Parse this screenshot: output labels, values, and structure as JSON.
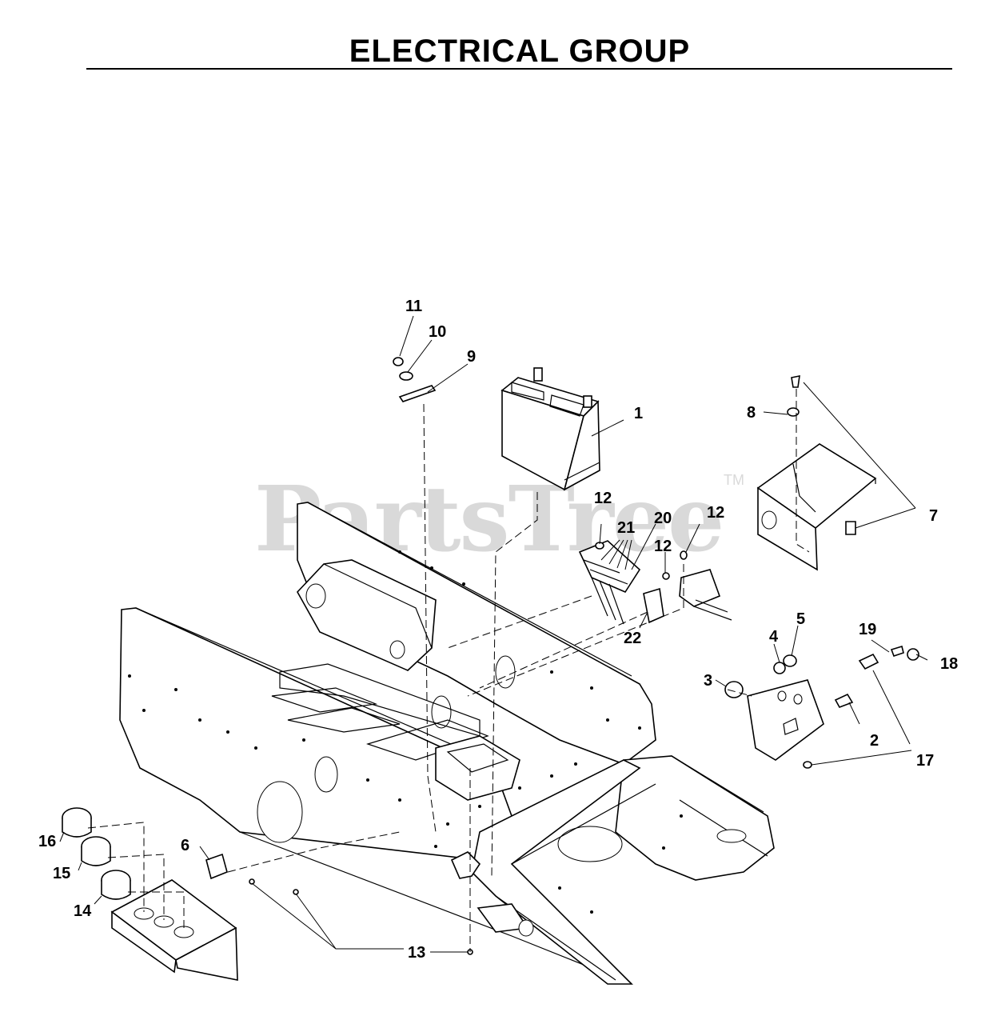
{
  "header": {
    "title": "ELECTRICAL GROUP"
  },
  "watermark": {
    "text": "PartsTree",
    "mark": "TM"
  },
  "callouts": {
    "c1": "1",
    "c2": "2",
    "c3": "3",
    "c4": "4",
    "c5": "5",
    "c6": "6",
    "c7": "7",
    "c8": "8",
    "c9": "9",
    "c10": "10",
    "c11": "11",
    "c12a": "12",
    "c12b": "12",
    "c12c": "12",
    "c13": "13",
    "c14": "14",
    "c15": "15",
    "c16": "16",
    "c17": "17",
    "c18": "18",
    "c19": "19",
    "c20": "20",
    "c21": "21",
    "c22": "22"
  }
}
